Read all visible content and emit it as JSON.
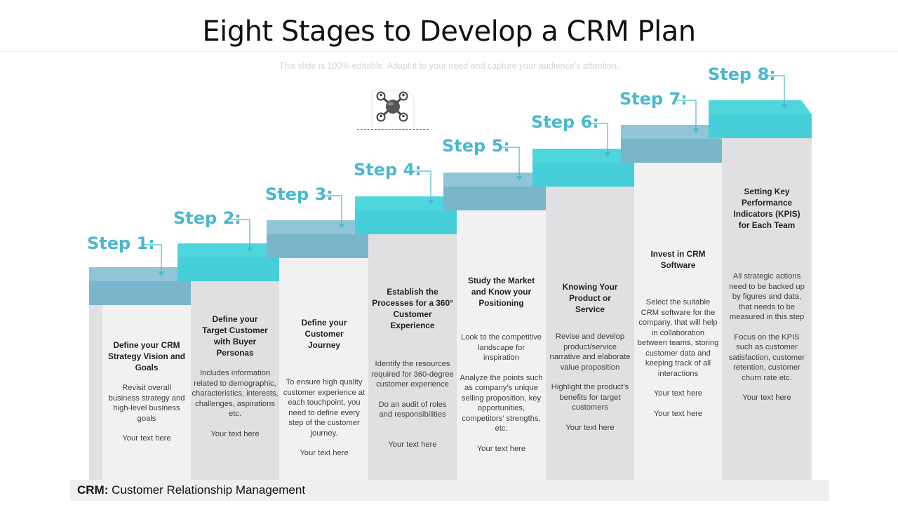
{
  "title": "Eight Stages to Develop a CRM Plan",
  "subtitle": "This slide is 100% editable. Adapt it to your need and capture your audience’s attention.",
  "icon": "network-hub-icon",
  "colors": {
    "step_label": "#4bb8cf",
    "teal": "#4ed6dc",
    "blue": "#8fc5d6",
    "column_light": "#f1f1f2",
    "column_dark": "#e0e0e2"
  },
  "steps": [
    {
      "label": "Step 1:",
      "heading": "Define your CRM Strategy Vision and Goals",
      "paragraphs": [
        "Revisit overall business strategy and high-level business goals",
        "Your text here"
      ]
    },
    {
      "label": "Step 2:",
      "heading": "Define your Target Customer with Buyer Personas",
      "paragraphs": [
        "Includes information related to demographic, characteristics, interests, challenges, aspirations etc.",
        "Your text here"
      ]
    },
    {
      "label": "Step 3:",
      "heading": "Define your Customer Journey",
      "paragraphs": [
        "To ensure high quality customer experience at each touchpoint, you need to define every step of the customer journey.",
        "Your text here"
      ]
    },
    {
      "label": "Step 4:",
      "heading": "Establish the Processes for a 360° Customer Experience",
      "paragraphs": [
        "Identify the resources required for 360-degree customer experience",
        "Do an audit of roles and responsibilities",
        "Your text here"
      ]
    },
    {
      "label": "Step 5:",
      "heading": "Study the Market and Know your Positioning",
      "paragraphs": [
        "Look to the competitive landscape for inspiration",
        "Analyze the points such as company’s unique selling proposition, key opportunities, competitors’ strengths, etc.",
        "Your text here"
      ]
    },
    {
      "label": "Step 6:",
      "heading": "Knowing Your Product or Service",
      "paragraphs": [
        "Revise and develop product/service narrative and elaborate value proposition",
        "Highlight the product’s benefits for target customers",
        "Your text here"
      ]
    },
    {
      "label": "Step 7:",
      "heading": "Invest in CRM Software",
      "paragraphs": [
        "Select the suitable CRM software for the company, that will help in collaboration between teams, storing customer data and keeping track of all interactions",
        "Your text here",
        "Your text here"
      ]
    },
    {
      "label": "Step 8:",
      "heading": "Setting Key Performance Indicators (KPIS) for Each Team",
      "paragraphs": [
        "All strategic actions need to be backed up by figures and data, that needs to be measured in this step",
        "Focus on the KPIS such as customer satisfaction, customer retention, customer churn rate etc.",
        "Your text here"
      ]
    }
  ],
  "footer": {
    "term": "CRM:",
    "definition": "Customer Relationship Management"
  }
}
